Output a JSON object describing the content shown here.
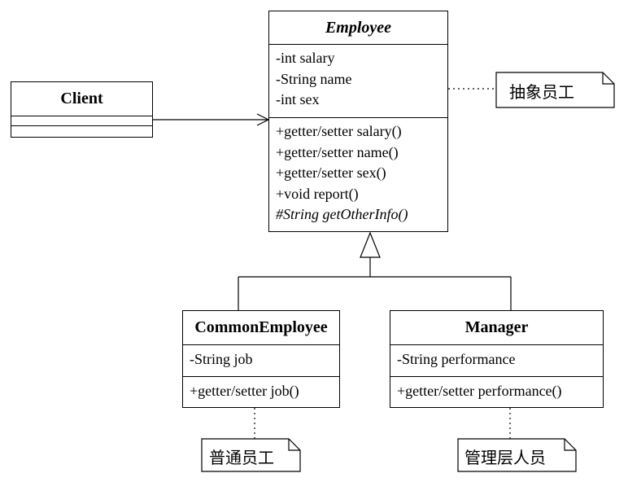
{
  "classes": {
    "employee": {
      "name": "Employee",
      "attributes": [
        "-int salary",
        "-String name",
        "-int sex"
      ],
      "operations": [
        "+getter/setter salary()",
        "+getter/setter name()",
        "+getter/setter sex()",
        "+void  report()",
        "#String getOtherInfo()"
      ]
    },
    "client": {
      "name": "Client"
    },
    "common_employee": {
      "name": "CommonEmployee",
      "attributes": [
        "-String job"
      ],
      "operations": [
        "+getter/setter job()"
      ]
    },
    "manager": {
      "name": "Manager",
      "attributes": [
        "-String performance"
      ],
      "operations": [
        "+getter/setter performance()"
      ]
    }
  },
  "notes": {
    "employee_note": "抽象员工",
    "common_employee_note": "普通员工",
    "manager_note": "管理层人员"
  }
}
